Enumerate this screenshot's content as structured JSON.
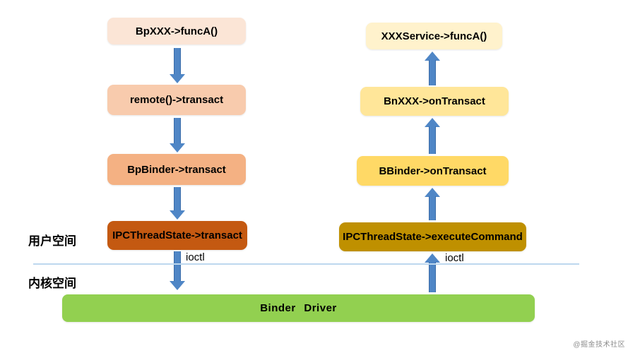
{
  "colors": {
    "arrow_fill": "#4F86C6",
    "arrow_border": "#3A6CA8",
    "divider": "#BDD7EE",
    "background": "#FFFFFF"
  },
  "labels": {
    "user_space": "用户空间",
    "kernel_space": "内核空间",
    "ioctl_left": "ioctl",
    "ioctl_right": "ioctl"
  },
  "client_flow": {
    "boxes": [
      {
        "label": "BpXXX->funcA()",
        "fill": "#FBE5D6"
      },
      {
        "label": "remote()->transact",
        "fill": "#F8CBAD"
      },
      {
        "label": "BpBinder->transact",
        "fill": "#F4B183"
      },
      {
        "label": "IPCThreadState->transact",
        "fill": "#C45911"
      }
    ]
  },
  "service_flow": {
    "boxes": [
      {
        "label": "XXXService->funcA()",
        "fill": "#FFF2CC"
      },
      {
        "label": "BnXXX->onTransact",
        "fill": "#FFE699"
      },
      {
        "label": "BBinder->onTransact",
        "fill": "#FFD966"
      },
      {
        "label": "IPCThreadState->executeCommand",
        "fill": "#BF9000"
      }
    ]
  },
  "kernel": {
    "label": "Binder Driver",
    "fill": "#92D050"
  },
  "watermark": "@掘金技术社区"
}
